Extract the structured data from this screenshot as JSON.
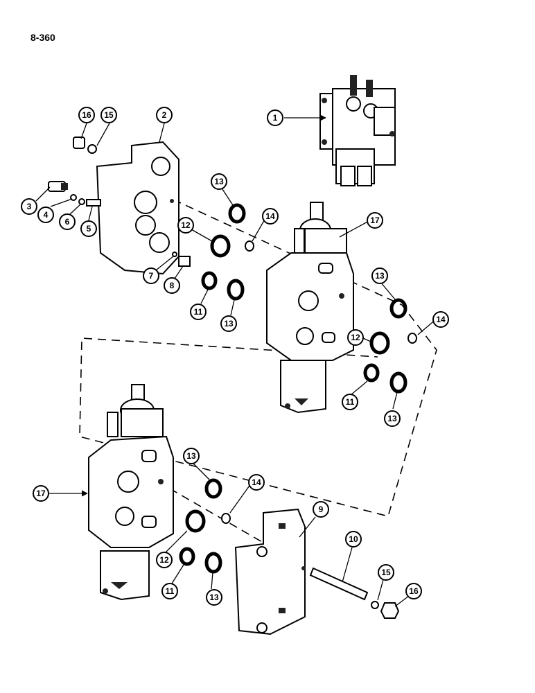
{
  "page_number": "8-360",
  "callouts": [
    "1",
    "2",
    "3",
    "4",
    "5",
    "6",
    "7",
    "8",
    "9",
    "10",
    "11",
    "12",
    "13",
    "14",
    "15",
    "16",
    "17"
  ]
}
